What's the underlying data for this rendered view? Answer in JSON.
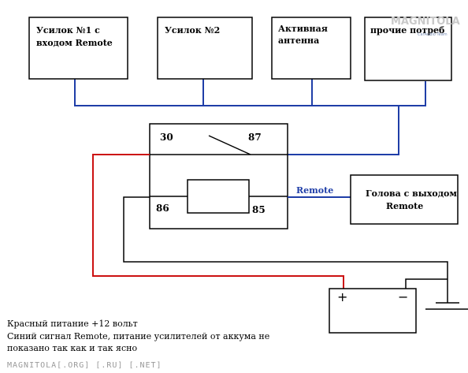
{
  "watermark": {
    "text": "MAGNITOLA",
    "subtext": "CarAudio Team"
  },
  "blocks": {
    "amp1": [
      "Усилок №1 с",
      "входом Remote"
    ],
    "amp2": [
      "Усилок №2"
    ],
    "antenna": [
      "Активная",
      "антенна"
    ],
    "other": [
      "прочие потреб"
    ],
    "head": [
      "Голова с выходом",
      "Remote"
    ]
  },
  "relay": {
    "pin30": "30",
    "pin87": "87",
    "pin86": "86",
    "pin85": "85"
  },
  "wire_label": "Remote",
  "battery": {
    "plus": "+",
    "minus": "−"
  },
  "notes": [
    "Красный питание +12 вольт",
    "Синий сигнал Remote, питание усилителей от аккума не",
    "показано так как и так ясно"
  ],
  "footer": "MAGNITOLA[.ORG] [.RU] [.NET]",
  "colors": {
    "blue_wire": "#1f3ea8",
    "red_wire": "#cc1111",
    "ground_wire": "#000000"
  }
}
